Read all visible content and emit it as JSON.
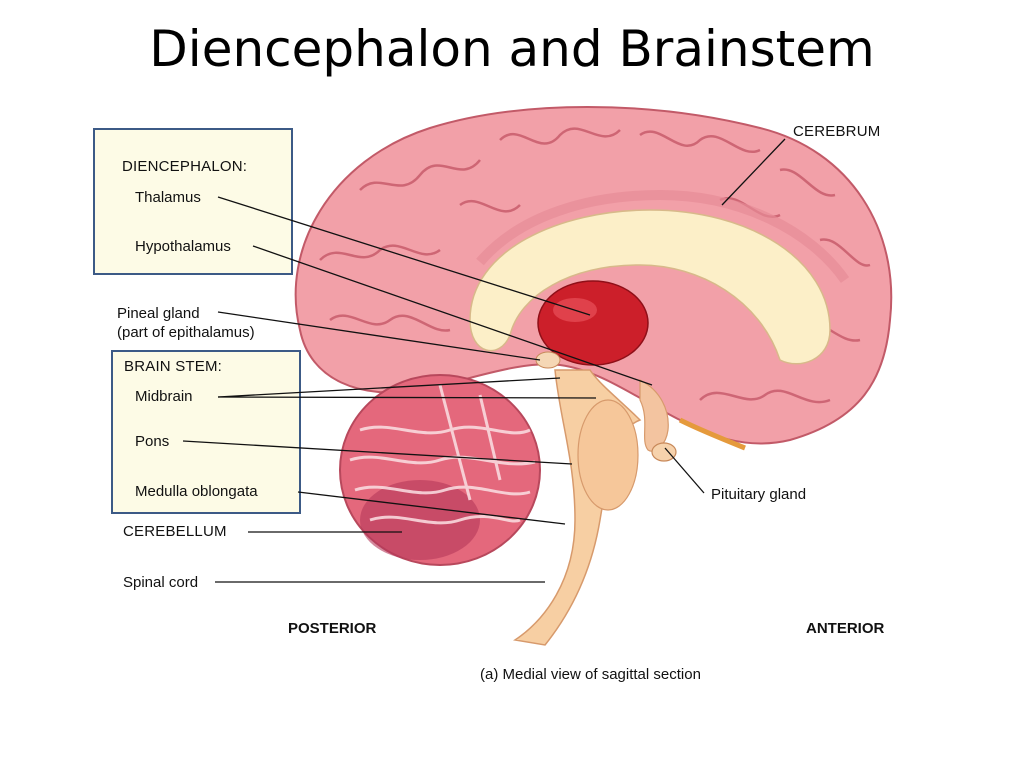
{
  "title": "Diencephalon and Brainstem",
  "groups": {
    "diencephalon": {
      "heading": "DIENCEPHALON:",
      "items": [
        "Thalamus",
        "Hypothalamus"
      ]
    },
    "brain_stem": {
      "heading": "BRAIN STEM:",
      "items": [
        "Midbrain",
        "Pons",
        "Medulla oblongata"
      ]
    }
  },
  "labels": {
    "pineal_gland": "Pineal gland",
    "pineal_note": "(part of epithalamus)",
    "cerebellum": "CEREBELLUM",
    "spinal_cord": "Spinal cord",
    "cerebrum": "CEREBRUM",
    "pituitary_gland": "Pituitary gland",
    "posterior": "POSTERIOR",
    "anterior": "ANTERIOR"
  },
  "caption": "(a) Medial view of sagittal section",
  "colors": {
    "box_border": "#3c5a86",
    "box_fill": "#fdfbe6",
    "cerebrum": "#f2a0a8",
    "cerebrum_dark": "#d9707e",
    "corpus_callosum": "#fcefc8",
    "thalamus": "#cc1f2a",
    "brainstem": "#f7cfa3",
    "cerebellum": "#e4687c"
  }
}
